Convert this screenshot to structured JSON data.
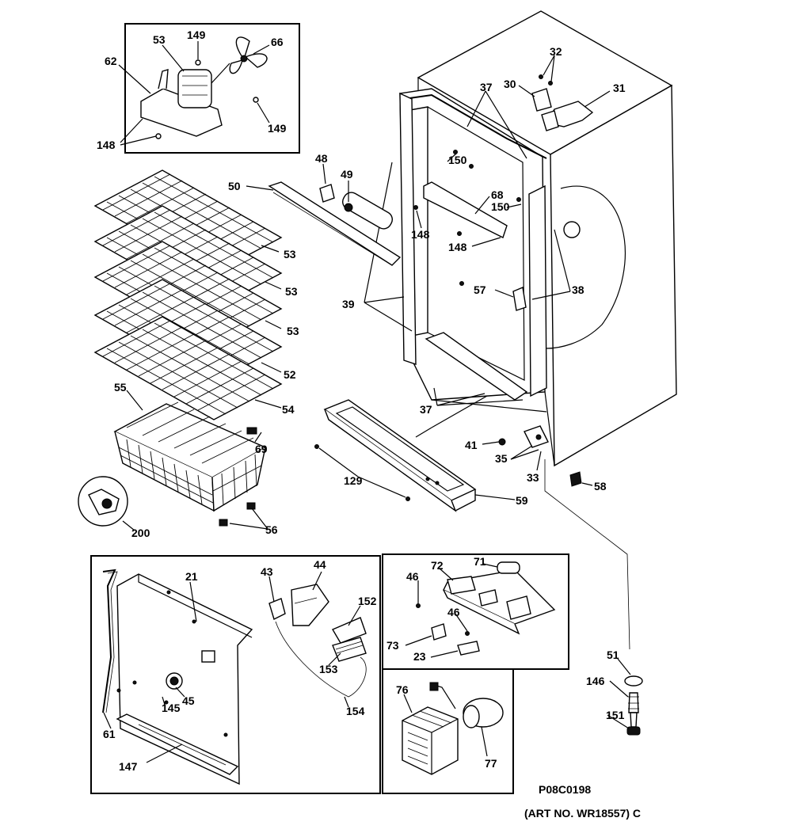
{
  "labels": {
    "l53a": "53",
    "l149a": "149",
    "l66": "66",
    "l62": "62",
    "l149b": "149",
    "l148a": "148",
    "l32": "32",
    "l30": "30",
    "l31": "31",
    "l37a": "37",
    "l48": "48",
    "l49": "49",
    "l150a": "150",
    "l50": "50",
    "l68": "68",
    "l150b": "150",
    "l148b": "148",
    "l148c": "148",
    "l53b": "53",
    "l53c": "53",
    "l53d": "53",
    "l52": "52",
    "l54": "54",
    "l57": "57",
    "l38": "38",
    "l39": "39",
    "l37b": "37",
    "l55": "55",
    "l69": "69",
    "l200": "200",
    "l56": "56",
    "l41": "41",
    "l35": "35",
    "l33": "33",
    "l58": "58",
    "l129": "129",
    "l59": "59",
    "l21": "21",
    "l43": "43",
    "l44": "44",
    "l152": "152",
    "l153": "153",
    "l154": "154",
    "l145": "145",
    "l45": "45",
    "l61": "61",
    "l147": "147",
    "l46a": "46",
    "l72": "72",
    "l71": "71",
    "l46b": "46",
    "l73": "73",
    "l23": "23",
    "l76": "76",
    "l77": "77",
    "l51": "51",
    "l146": "146",
    "l151": "151"
  },
  "footer": {
    "code": "P08C0198",
    "art_no": "(ART NO. WR18557) C"
  }
}
